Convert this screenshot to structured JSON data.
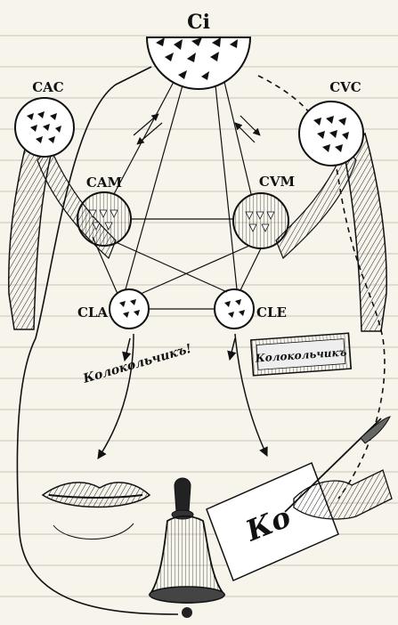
{
  "diagram": {
    "nodes": {
      "ci": {
        "label": "Ci"
      },
      "cac": {
        "label": "CAC"
      },
      "cvc": {
        "label": "CVC"
      },
      "cam": {
        "label": "CAM"
      },
      "cvm": {
        "label": "CVM"
      },
      "cla": {
        "label": "CLA"
      },
      "cle": {
        "label": "CLE"
      }
    },
    "spoken_word": "Колокольчикъ!",
    "card_word": "Колокольчикъ",
    "handwriting": "Ко"
  }
}
